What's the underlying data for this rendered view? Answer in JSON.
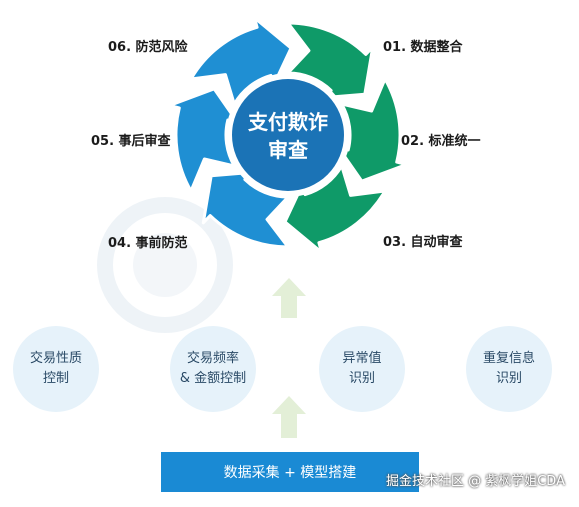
{
  "center": {
    "line1": "支付欺诈",
    "line2": "审查"
  },
  "steps": [
    {
      "label": "01. 数据整合"
    },
    {
      "label": "02. 标准统一"
    },
    {
      "label": "03. 自动审查"
    },
    {
      "label": "04. 事前防范"
    },
    {
      "label": "05. 事后审查"
    },
    {
      "label": "06. 防范风险"
    }
  ],
  "circles": [
    {
      "line1": "交易性质",
      "line2": "控制"
    },
    {
      "line1": "交易频率",
      "line2": "& 金额控制"
    },
    {
      "line1": "异常值",
      "line2": "识别"
    },
    {
      "line1": "重复信息",
      "line2": "识别"
    }
  ],
  "bottom_bar": {
    "label": "数据采集 + 模型搭建"
  },
  "watermark": {
    "text": "掘金技术社区 @ 紫枫学姐CDA"
  },
  "colors": {
    "blue": "#1f8fd3",
    "green": "#0f9a68",
    "center": "#1b73b6",
    "bar": "#1a8ad4",
    "arrow": "#e3efd7"
  }
}
